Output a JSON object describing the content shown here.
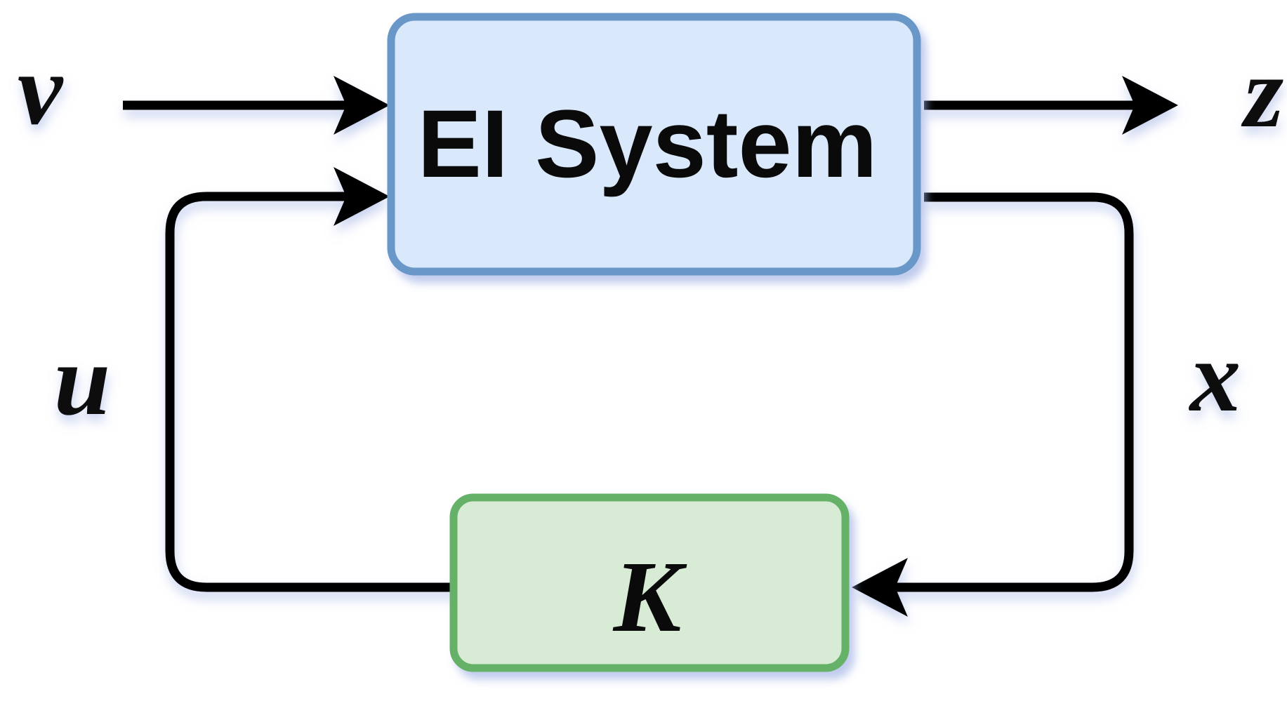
{
  "diagram": {
    "type": "block-diagram",
    "description": "State feedback control loop",
    "blocks": {
      "plant": {
        "label": "EI System"
      },
      "controller": {
        "label": "K"
      }
    },
    "signals": {
      "exogenous_input": "v",
      "control_input": "u",
      "state_feedback": "x",
      "performance_output": "z"
    },
    "colors": {
      "background": "#ffffff",
      "plant_fill": "#d9e8fa",
      "plant_border": "#6897c8",
      "controller_fill": "#d7ebd5",
      "controller_border": "#65b168",
      "wire": "#060606",
      "text": "#0a0a0a",
      "shadow": "#9fb0e4"
    }
  }
}
